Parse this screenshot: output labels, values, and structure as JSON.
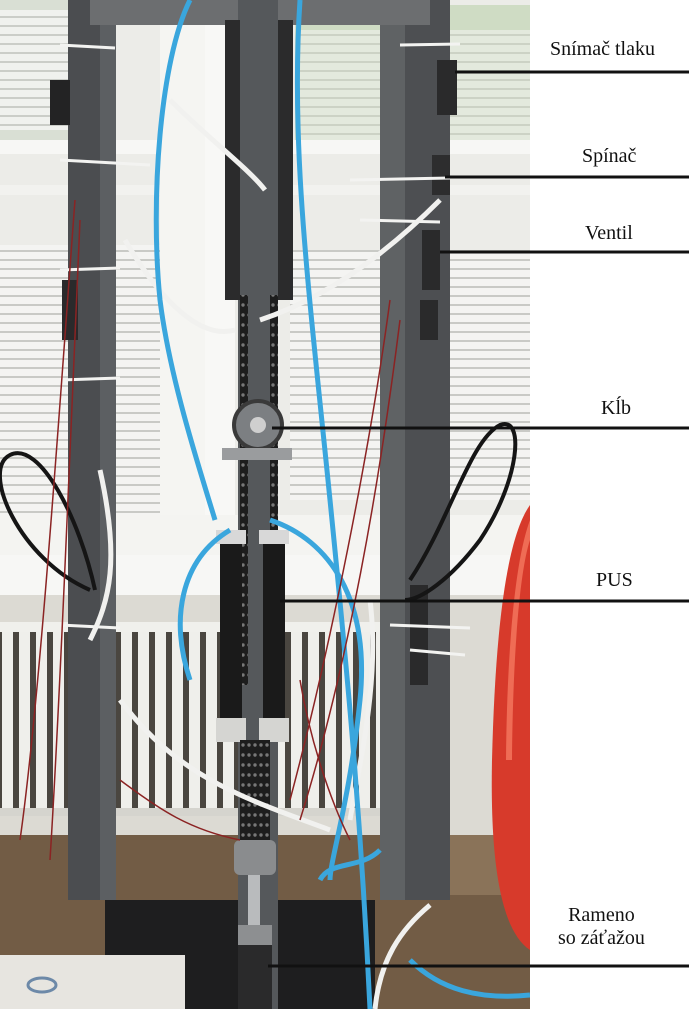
{
  "image": {
    "subject": "photograph-of-pneumatic-muscle-test-rig",
    "colors": {
      "frame": "#4b4d4f",
      "wall": "#e8e7e2",
      "window_sky": "#d9e6d2",
      "blinds": "#f3f3f1",
      "radiator": "#eeeeea",
      "floor": "#6f5a43",
      "blue_tube": "#3ba9e0",
      "red_tank": "#d9392b"
    }
  },
  "labels": [
    {
      "id": "snimac-tlaku",
      "text": "Snímač tlaku"
    },
    {
      "id": "spinac",
      "text": "Spínač"
    },
    {
      "id": "ventil",
      "text": "Ventil"
    },
    {
      "id": "klb",
      "text": "Kĺb"
    },
    {
      "id": "pus",
      "text": "PUS"
    },
    {
      "id": "rameno",
      "lines": [
        "Rameno",
        "so záťažou"
      ]
    }
  ]
}
